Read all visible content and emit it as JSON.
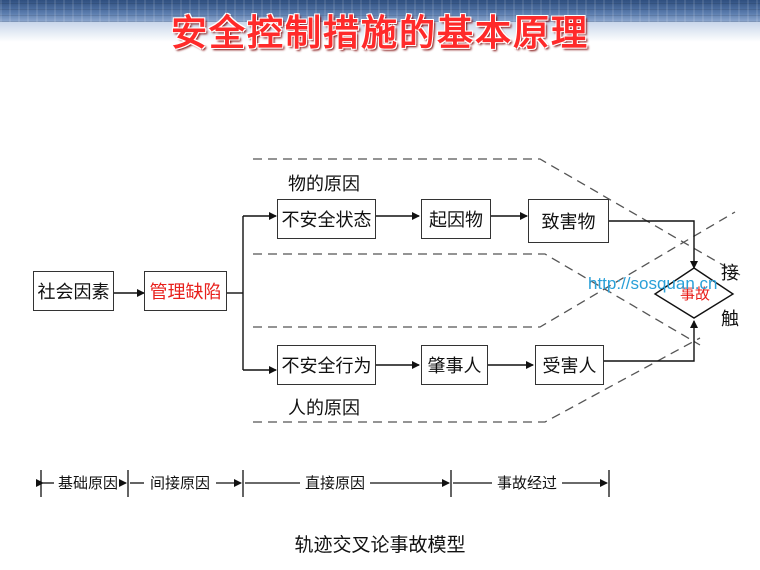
{
  "title": "安全控制措施的基本原理",
  "watermark": "http://sosquan.cn",
  "nodes": {
    "social": "社会因素",
    "management": "管理缺陷",
    "unsafe_state": "不安全状态",
    "cause_object": "起因物",
    "harm_object": "致害物",
    "unsafe_act": "不安全行为",
    "perpetrator": "肇事人",
    "victim": "受害人",
    "accident": "事故"
  },
  "labels": {
    "object_cause": "物的原因",
    "human_cause": "人的原因",
    "contact_1": "接",
    "contact_2": "触"
  },
  "timeline": {
    "basic": "基础原因",
    "indirect": "间接原因",
    "direct": "直接原因",
    "process": "事故经过"
  },
  "caption": "轨迹交叉论事故模型",
  "colors": {
    "title": "#ff2a2a",
    "emphasis": "#e8201c",
    "watermark": "#2aa0d8",
    "banner": "#3b5b8e"
  }
}
